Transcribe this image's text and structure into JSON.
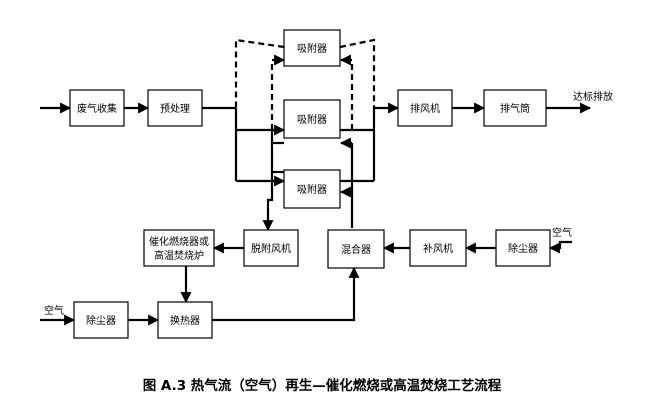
{
  "diagram": {
    "caption": "图 A.3  热气流（空气）再生—催化燃烧或高温焚烧工艺流程",
    "nodes": {
      "waste_gas_collection": "废气收集",
      "pretreatment": "预处理",
      "adsorber_top": "吸附器",
      "adsorber_middle": "吸附器",
      "adsorber_bottom": "吸附器",
      "exhaust_fan": "排风机",
      "exhaust_stack": "排气筒",
      "catalytic_incinerator_line1": "催化燃烧器或",
      "catalytic_incinerator_line2": "高温焚烧炉",
      "desorption_fan": "脱附风机",
      "mixer": "混合器",
      "makeup_fan": "补风机",
      "dust_collector_right": "除尘器",
      "dust_collector_left": "除尘器",
      "heat_exchanger": "换热器"
    },
    "edge_labels": {
      "compliant_discharge": "达标排放",
      "air_in_right": "空气",
      "air_in_left": "空气"
    }
  }
}
